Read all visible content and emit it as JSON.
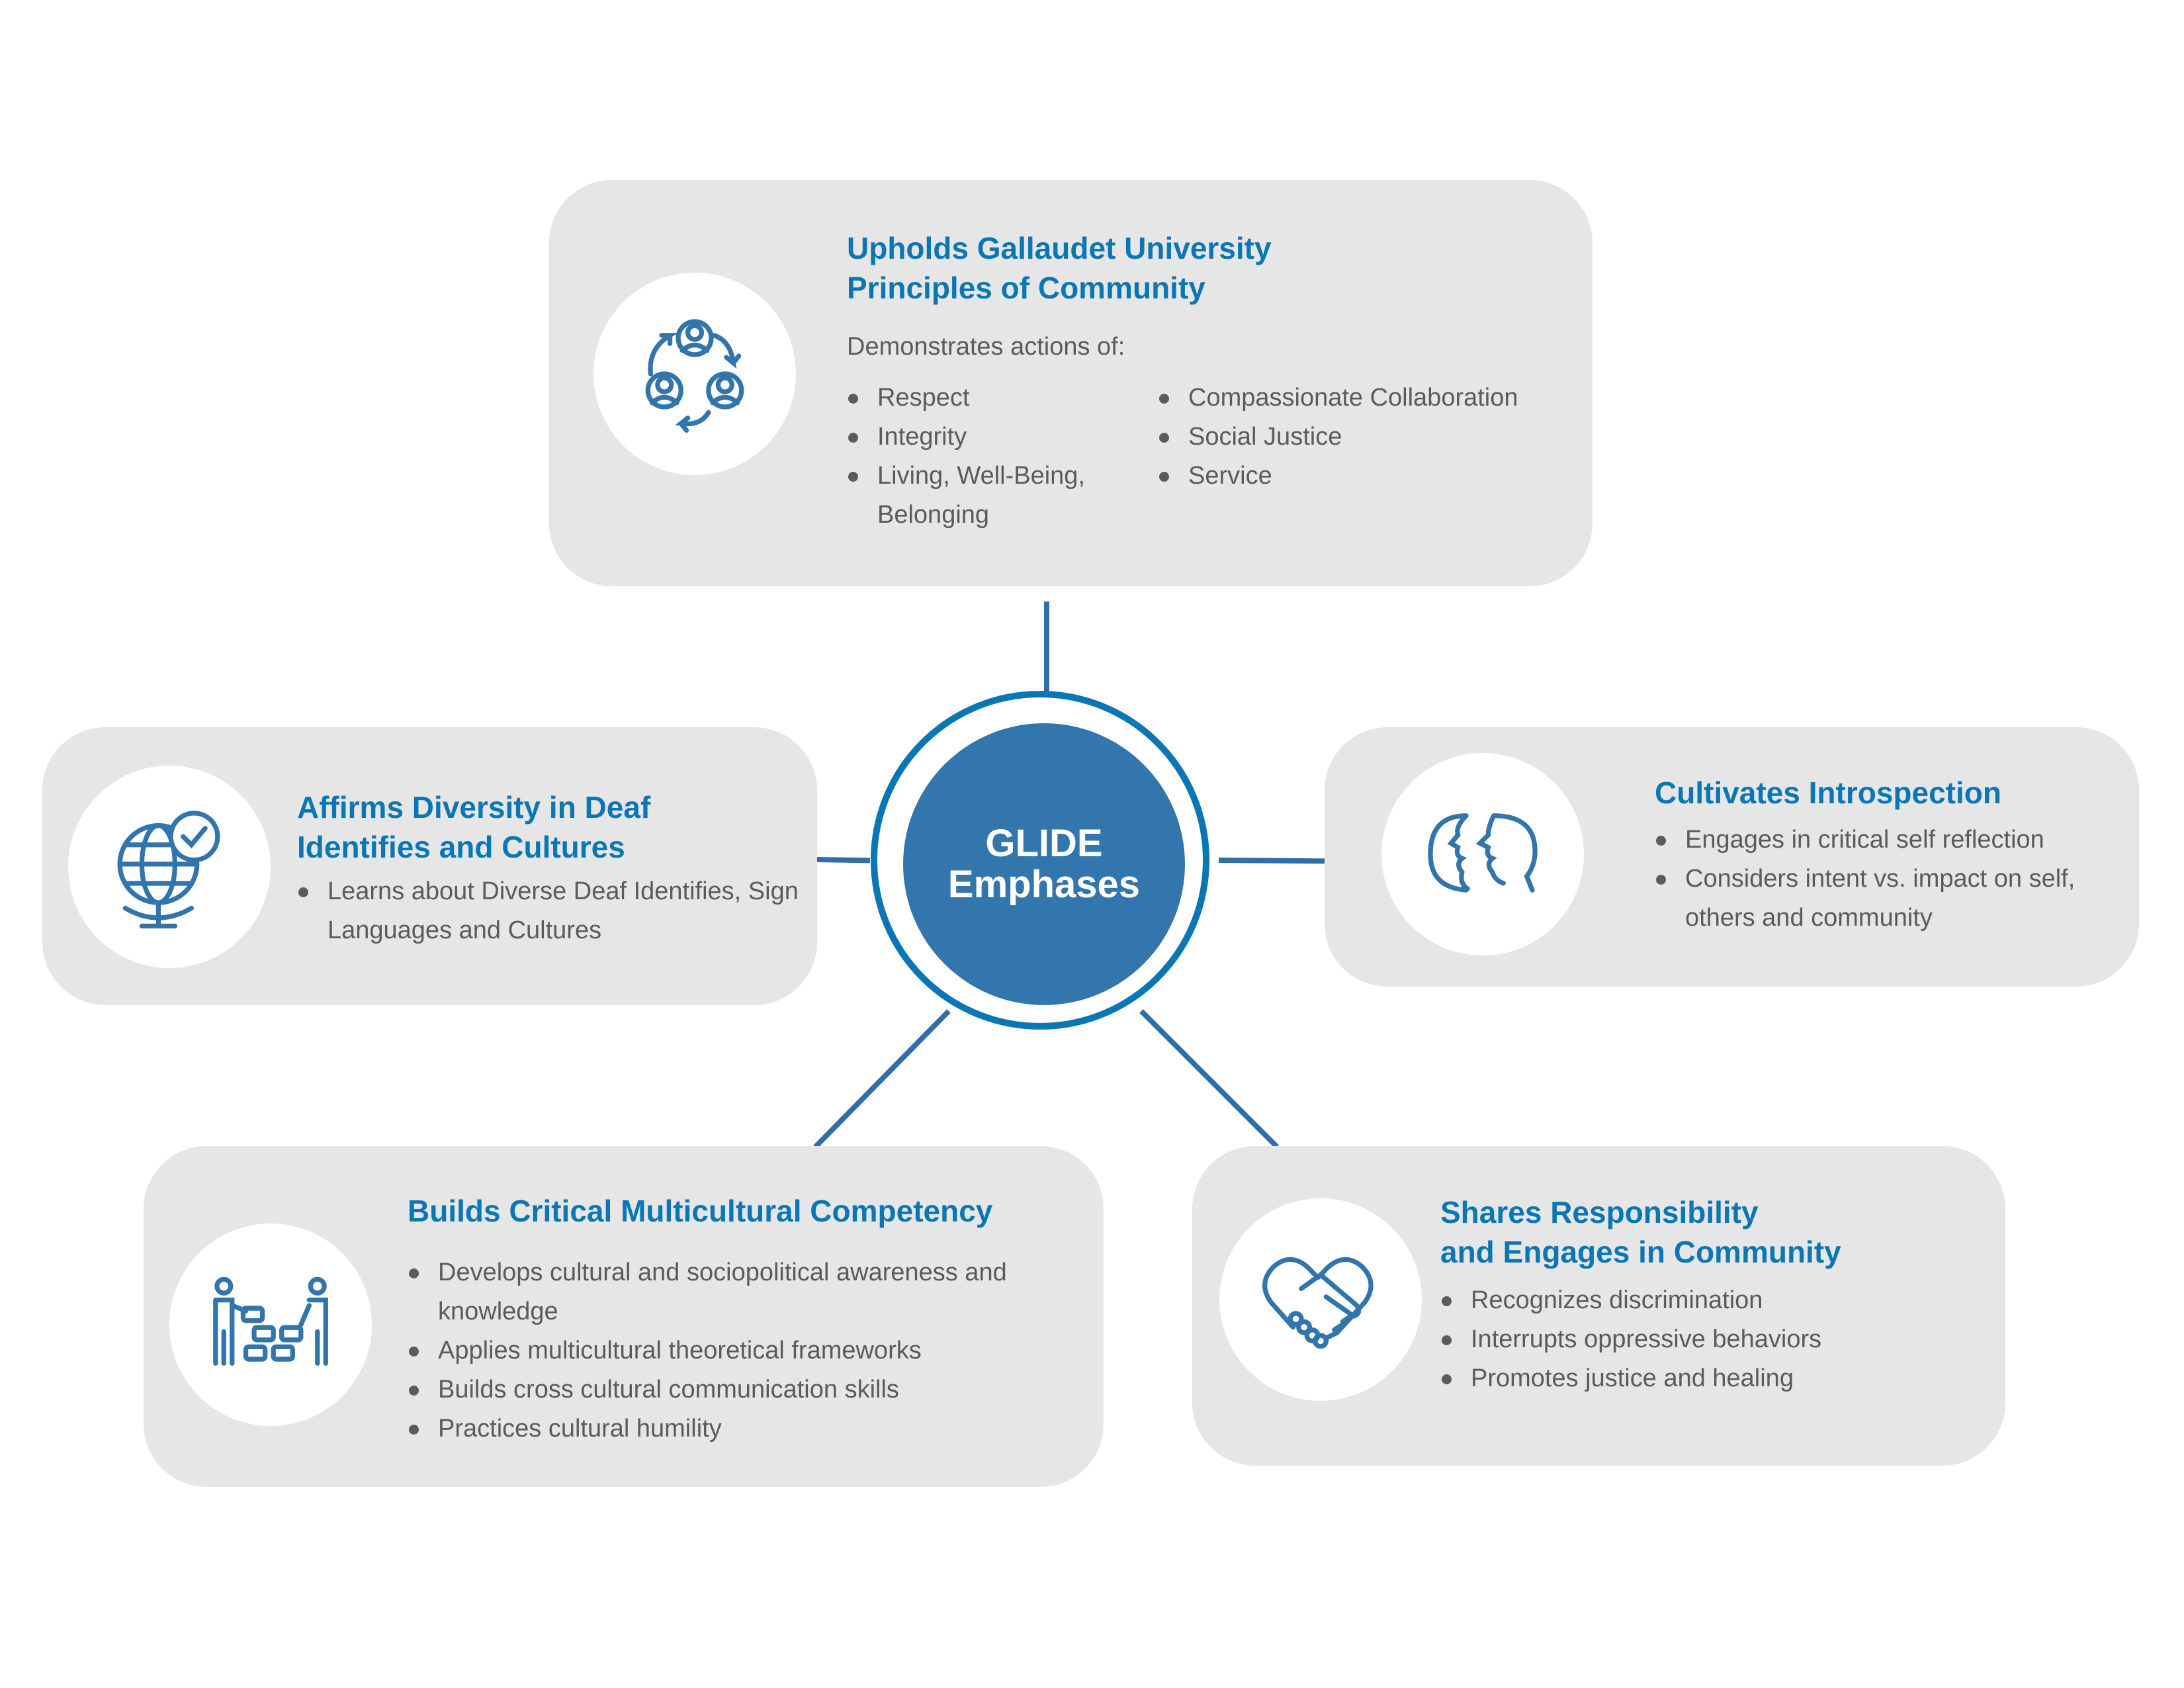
{
  "center": {
    "line1": "GLIDE",
    "line2": "Emphases"
  },
  "colors": {
    "title": "#0a77b4",
    "icon": "#3274ac",
    "box": "#e6e6e6",
    "text": "#5b5b5b",
    "center": "#3376ae"
  },
  "top": {
    "icon": "community-cycle-icon",
    "title1": "Upholds Gallaudet University",
    "title2": "Principles of Community",
    "subtitle": "Demonstrates actions of:",
    "col1": [
      "Respect",
      "Integrity",
      "Living, Well-Being, Belonging"
    ],
    "col2": [
      "Compassionate Collaboration",
      "Social Justice",
      "Service"
    ]
  },
  "left": {
    "icon": "globe-check-icon",
    "title1": "Affirms Diversity in Deaf",
    "title2": "Identifies and Cultures",
    "items": [
      "Learns about Diverse Deaf Identifies, Sign Languages and Cultures"
    ]
  },
  "right": {
    "icon": "faces-profile-icon",
    "title1": "Cultivates Introspection",
    "items": [
      "Engages in critical self reflection",
      "Considers intent vs. impact on self, others and community"
    ]
  },
  "bottom_left": {
    "icon": "people-building-icon",
    "title1": "Builds Critical Multicultural Competency",
    "items": [
      "Develops cultural and sociopolitical awareness and knowledge",
      "Applies multicultural theoretical frameworks",
      "Builds cross cultural communication skills",
      "Practices cultural humility"
    ]
  },
  "bottom_right": {
    "icon": "heart-handshake-icon",
    "title1": "Shares Responsibility",
    "title2": "and Engages in Community",
    "items": [
      "Recognizes discrimination",
      "Interrupts oppressive behaviors",
      "Promotes justice and healing"
    ]
  }
}
